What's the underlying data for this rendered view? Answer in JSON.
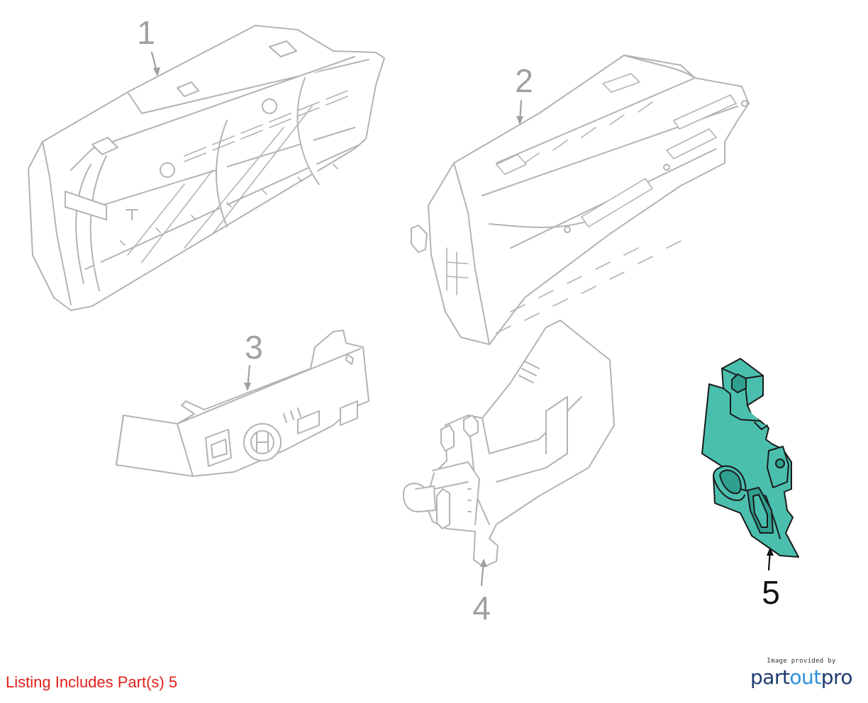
{
  "diagram": {
    "callouts": [
      {
        "label": "1",
        "highlighted": false
      },
      {
        "label": "2",
        "highlighted": false
      },
      {
        "label": "3",
        "highlighted": false
      },
      {
        "label": "4",
        "highlighted": false
      },
      {
        "label": "5",
        "highlighted": true
      }
    ],
    "colors": {
      "line": "#b3b3b3",
      "highlight_fill": "#4bbfae",
      "highlight_line": "#1a1a1a",
      "callout_gray": "#a0a0a0",
      "callout_black": "#111111"
    }
  },
  "listing": {
    "text": "Listing Includes Part(s) 5",
    "color": "#e0201c"
  },
  "credit": {
    "provided_by": "Image provided by",
    "brand_part": "part",
    "brand_out": "out",
    "brand_pro": "pro"
  }
}
